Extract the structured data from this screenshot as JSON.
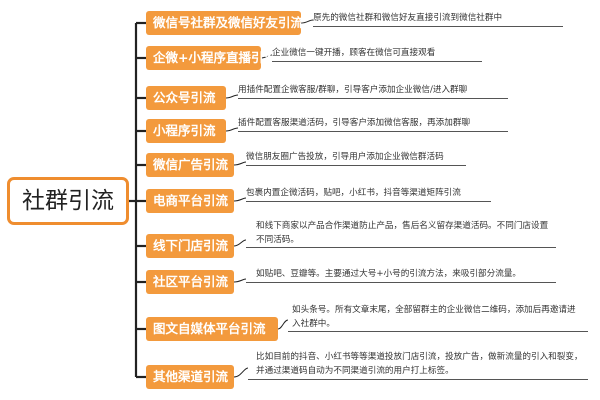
{
  "root": {
    "label": "社群引流"
  },
  "branches": [
    {
      "label": "微信号社群及微信好友引流",
      "description": "原先的微信社群和微信好友直接引流到微信社群中"
    },
    {
      "label": "企微+小程序直播引流",
      "description": "企业微信一键开播，顾客在微信可直接观看"
    },
    {
      "label": "公众号引流",
      "description": "用插件配置企微客服/群聊，引导客户添加企业微信/进入群聊"
    },
    {
      "label": "小程序引流",
      "description": "插件配置客服渠道活码，引导客户添加微信客服，再添加群聊"
    },
    {
      "label": "微信广告引流",
      "description": "微信朋友圈广告投放，引导用户添加企业微信群活码"
    },
    {
      "label": "电商平台引流",
      "description": "包裹内置企微活码，贴吧，小红书，抖音等渠道矩阵引流"
    },
    {
      "label": "线下门店引流",
      "description": "和线下商家以产品合作渠道防止产品，售后名义留存渠道活码。不同门店设置不同活码。"
    },
    {
      "label": "社区平台引流",
      "description": "如贴吧、豆瓣等。主要通过大号+小号的引流方法，来吸引部分流量。"
    },
    {
      "label": "图文自媒体平台引流",
      "description": "如头条号。所有文章末尾，全部留群主的企业微信二维码，添加后再邀请进入社群中。"
    },
    {
      "label": "其他渠道引流",
      "description": "比如目前的抖音、小红书等等渠道投放门店引流，投放广告，做新流量的引入和裂变，并通过渠道码自动为不同渠道引流的用户打上标签。"
    }
  ],
  "colors": {
    "accent": "#f39a3d",
    "root_border": "#ef8d2f",
    "connector": "#222222"
  }
}
